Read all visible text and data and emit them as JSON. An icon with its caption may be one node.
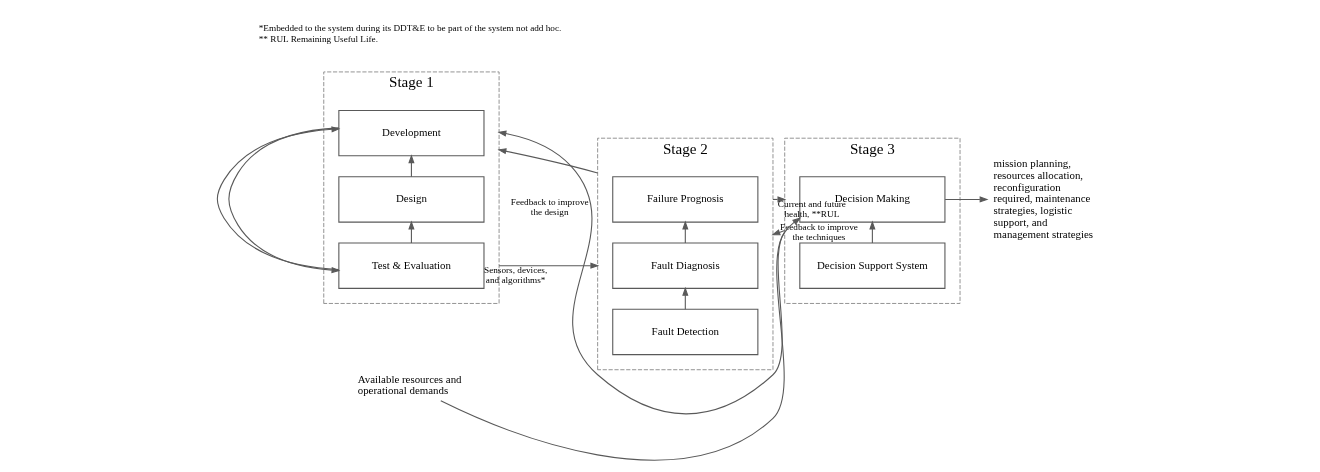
{
  "diagram": {
    "nodes": [
      {
        "text": [
          "Stage 1"
        ]
      },
      {
        "text": [
          "Design"
        ],
        "in": 0
      },
      {
        "text": [
          "Development"
        ],
        "in": 0
      },
      {
        "text": [
          "Test & Evaluation"
        ],
        "in": 0
      },
      {
        "text": [
          "Stage 2"
        ]
      },
      {
        "text": [
          "Fault Detection"
        ],
        "in": 4
      },
      {
        "text": [
          "Fault Diagnosis"
        ],
        "in": 4
      },
      {
        "text": [
          "Failure Prognosis"
        ],
        "in": 4
      },
      {
        "text": [
          "Stage 3"
        ]
      },
      {
        "text": [
          "Decision Support System"
        ],
        "in": 8
      },
      {
        "text": [
          "Decision Making"
        ],
        "in": 8
      },
      {
        "text": [
          "mission planning, resources allocation, reconfiguration required, maintenance strategies, logistic support, and management strategies"
        ]
      },
      {
        "text": [
          "Available resources and operational demands"
        ]
      }
    ],
    "edges": [
      {
        "from": 1,
        "to": 2,
        "arrow": "to"
      },
      {
        "from": 2,
        "to": 3,
        "arrow": "to"
      },
      {
        "from": 3,
        "to": 1,
        "arrow": "to"
      },
      {
        "from": 3,
        "to": 2,
        "arrow": "to"
      },
      {
        "from": 0,
        "to": 4,
        "arrow": "to",
        "label": "Sensors, devices, and algorithms*"
      },
      {
        "from": 5,
        "to": 6,
        "arrow": "to"
      },
      {
        "from": 6,
        "to": 7,
        "arrow": "to"
      },
      {
        "from": 4,
        "to": 8,
        "arrow": "to",
        "label": "Current and future health, **RUL"
      },
      {
        "from": 9,
        "to": 10,
        "arrow": "to"
      },
      {
        "from": 10,
        "to": 11,
        "arrow": "to"
      },
      {
        "from": 12,
        "to": 10,
        "arrow": "to"
      },
      {
        "from": 8,
        "to": 4,
        "arrow": "to",
        "label": "Feedback to improve the techniques"
      },
      {
        "from": 4,
        "to": 0,
        "arrow": "to"
      },
      {
        "from": 8,
        "to": 0,
        "arrow": "to",
        "label": "Feedback to improve the design"
      }
    ],
    "labels": [
      "*Embedded to the system during its DDT&E to be part of the system not add hoc.",
      "** RUL Remaining Useful Life."
    ]
  }
}
